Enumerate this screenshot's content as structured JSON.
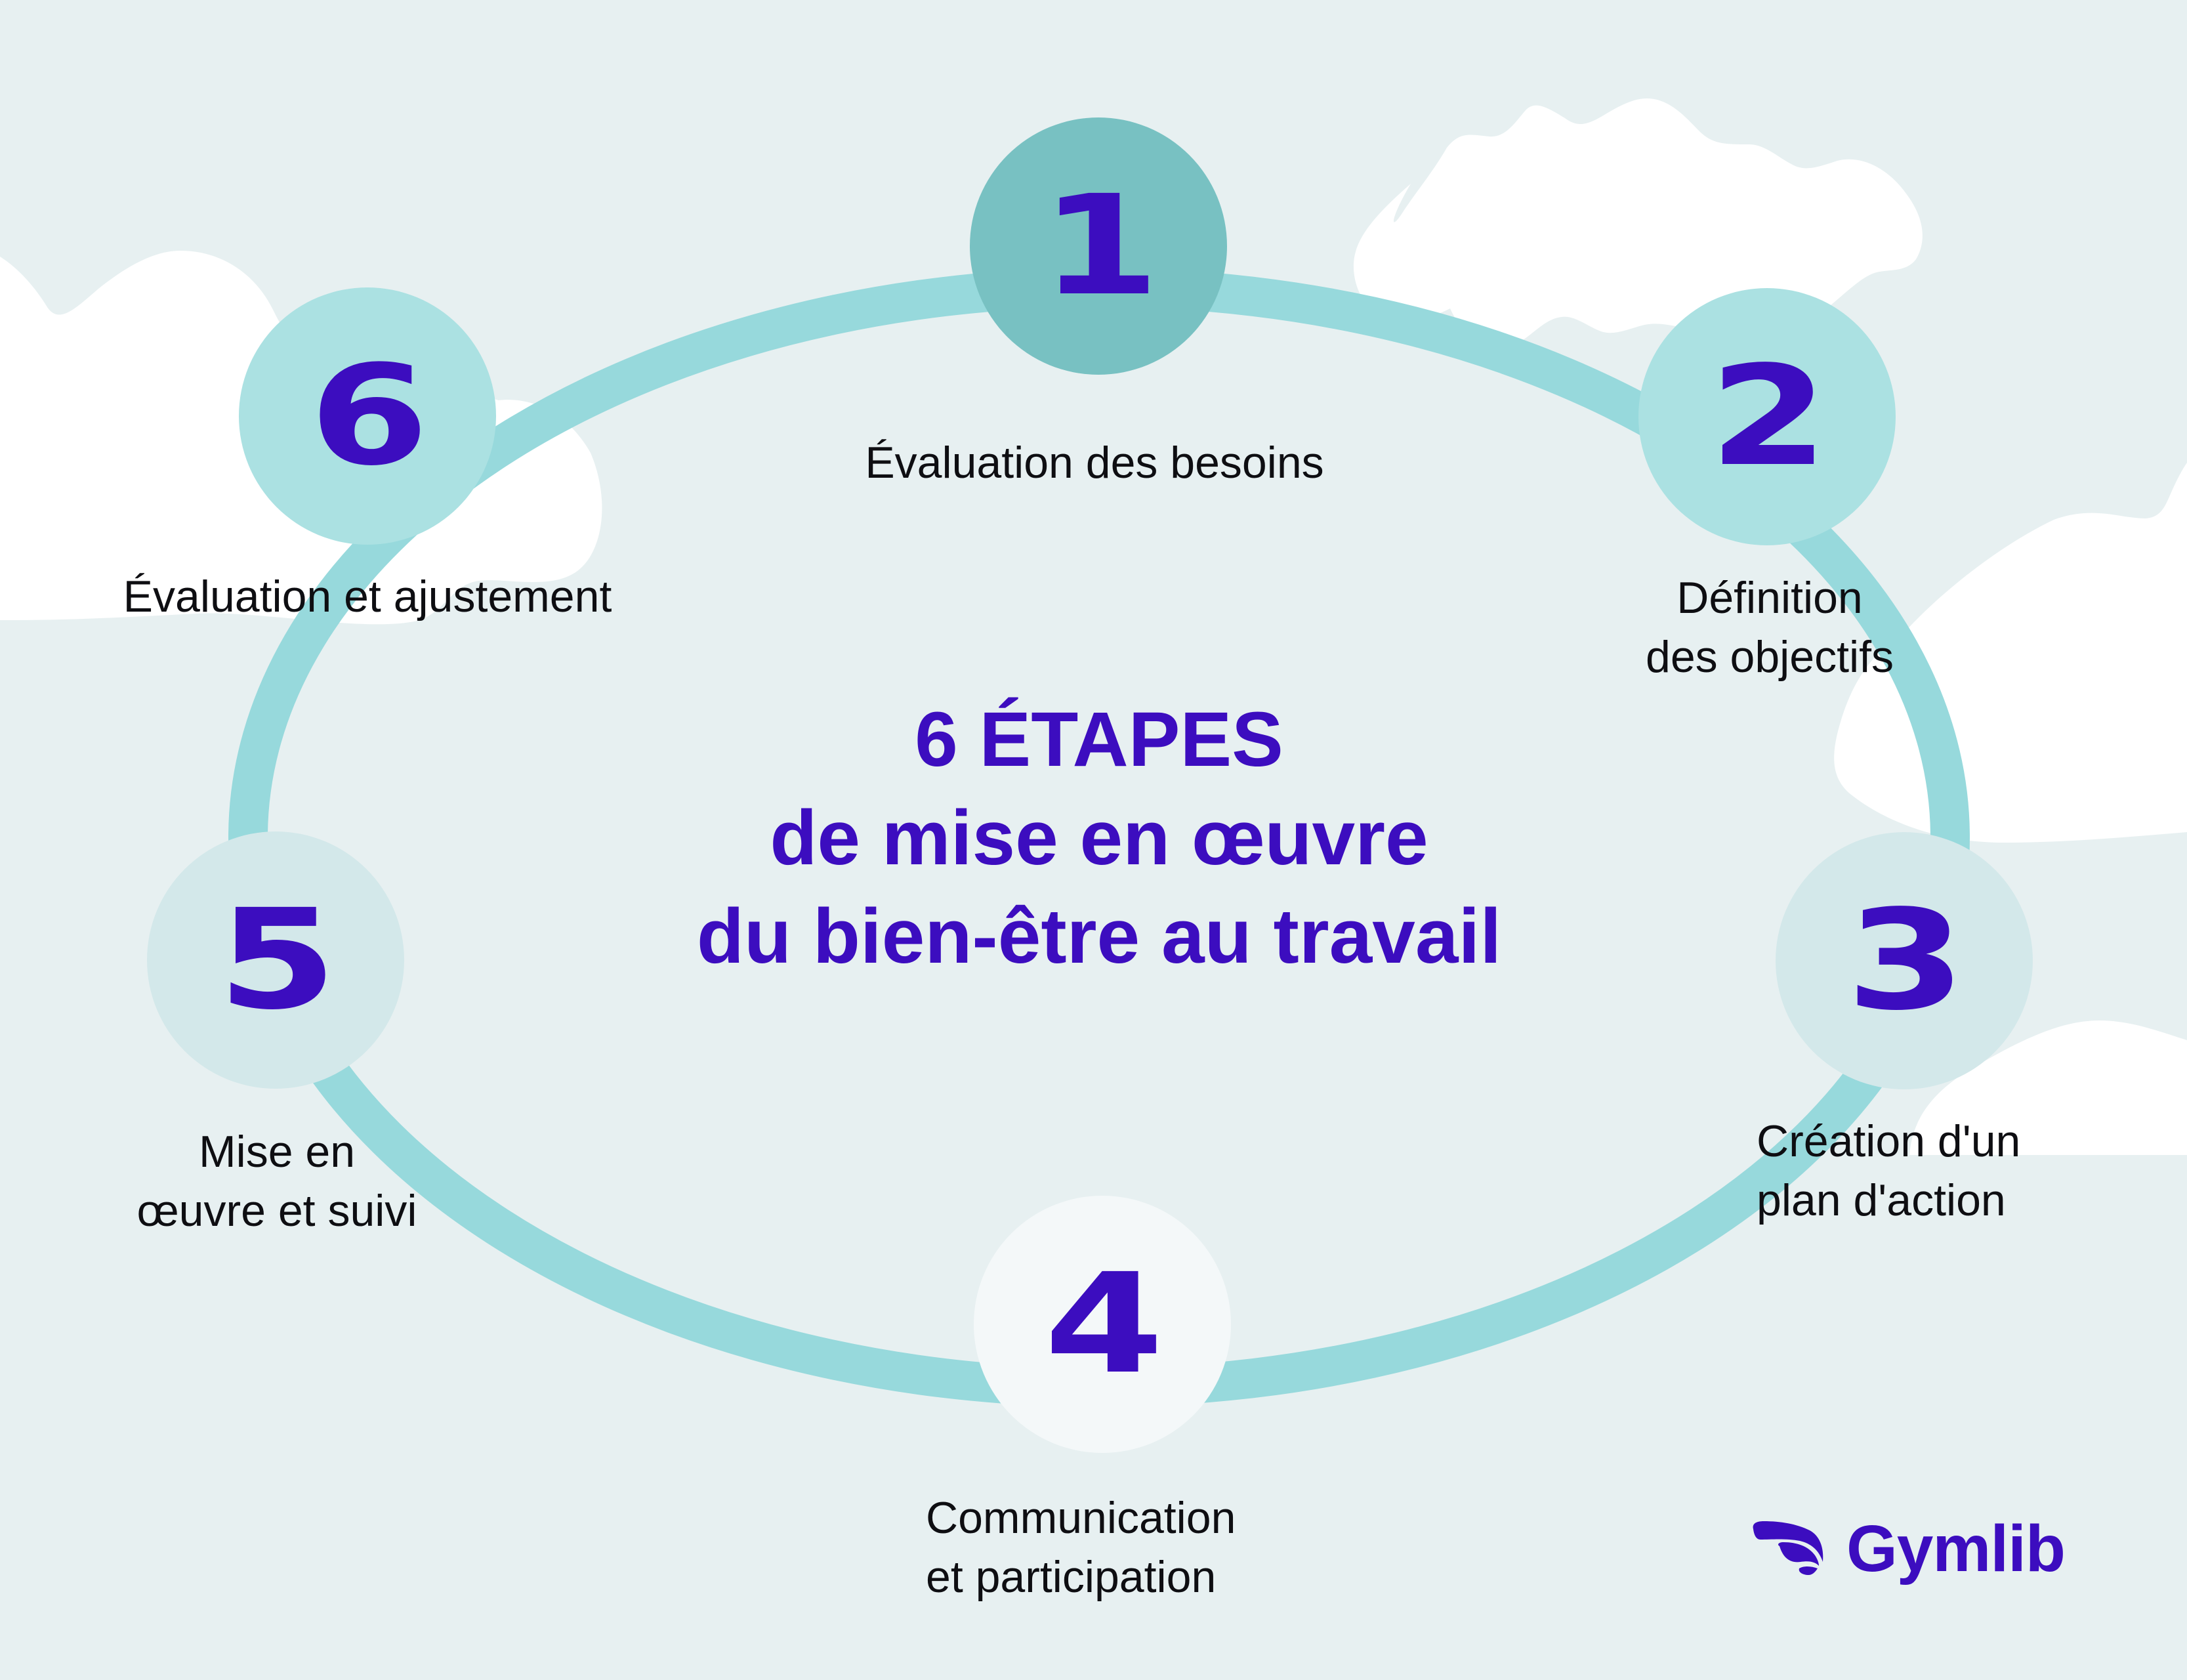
{
  "title": {
    "line1": "6 ÉTAPES",
    "line2": "de mise en œuvre",
    "line3": "du bien-être au travail"
  },
  "steps": [
    {
      "number": "1",
      "label_lines": [
        "Évaluation des besoins"
      ],
      "circle_color": "#78C1C2"
    },
    {
      "number": "2",
      "label_lines": [
        "Définition",
        "des objectifs"
      ],
      "circle_color": "#ABE1E2"
    },
    {
      "number": "3",
      "label_lines": [
        "Création d'un",
        "plan d'action"
      ],
      "circle_color": "#D3E8EA"
    },
    {
      "number": "4",
      "label_lines": [
        "Communication",
        "et participation"
      ],
      "circle_color": "#F4F8F9"
    },
    {
      "number": "5",
      "label_lines": [
        "Mise en",
        "œuvre et suivi"
      ],
      "circle_color": "#D3E8EA"
    },
    {
      "number": "6",
      "label_lines": [
        "Évaluation et ajustement"
      ],
      "circle_color": "#ABE1E2"
    }
  ],
  "logo": {
    "text": "Gymlib",
    "icon": "wing-icon"
  },
  "colors": {
    "background": "#E7F0F1",
    "ring": "#97D9DC",
    "accent": "#3C0DBF",
    "cloud": "#FFFFFF",
    "label_text": "#0E0E12"
  }
}
